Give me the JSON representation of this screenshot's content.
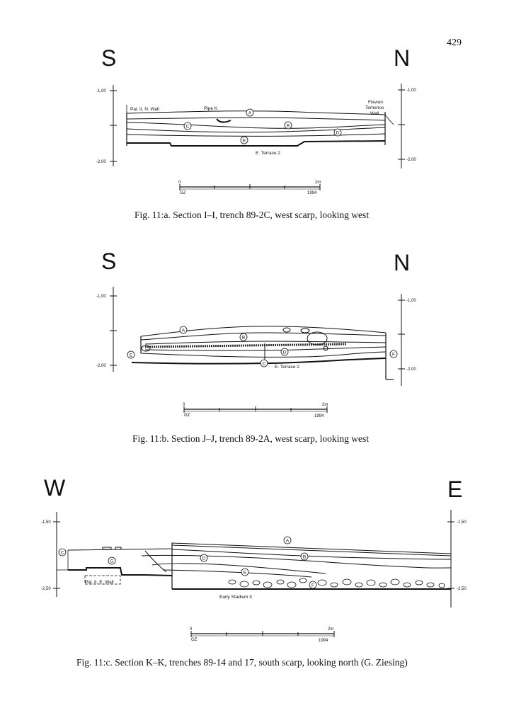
{
  "page_number": "429",
  "figures": [
    {
      "dir_left": "S",
      "dir_right": "N",
      "caption": "Fig. 11:a. Section I–I, trench 89-2C, west scarp, looking west",
      "ticks": [
        "-1,00",
        "-2,00",
        "-1,00",
        "-2,00"
      ],
      "labels": [
        "Pal. II, N. Wall",
        "Pipe K",
        "Flavian",
        "Temenos",
        "Wall",
        "E. Terrace 2"
      ],
      "circles": [
        "A",
        "B",
        "C",
        "D",
        "E"
      ],
      "scale": {
        "start": "0",
        "end": "2m",
        "author": "GZ",
        "year": "1994"
      }
    },
    {
      "dir_left": "S",
      "dir_right": "N",
      "caption": "Fig. 11:b. Section J–J, trench 89-2A, west scarp, looking west",
      "ticks": [
        "-1,00",
        "-2,00",
        "-1,00",
        "-2,00"
      ],
      "labels": [
        "E. Terrace 2"
      ],
      "circles": [
        "A",
        "B",
        "C",
        "D",
        "E",
        "F"
      ],
      "scale": {
        "start": "0",
        "end": "2m",
        "author": "GZ",
        "year": "1994"
      }
    },
    {
      "dir_left": "W",
      "dir_right": "E",
      "caption": "Fig. 11:c. Section K–K, trenches 89-14 and 17, south scarp, looking north (G. Ziesing)",
      "ticks": [
        "-1,50",
        "-2,50",
        "-1,50",
        "-2,50"
      ],
      "labels": [
        "Pal. II, E. Wall",
        "Early Stadium II"
      ],
      "circles": [
        "A",
        "B",
        "C",
        "D",
        "E",
        "F",
        "G"
      ],
      "scale": {
        "start": "0",
        "end": "2m",
        "author": "GZ",
        "year": "1994"
      }
    }
  ]
}
